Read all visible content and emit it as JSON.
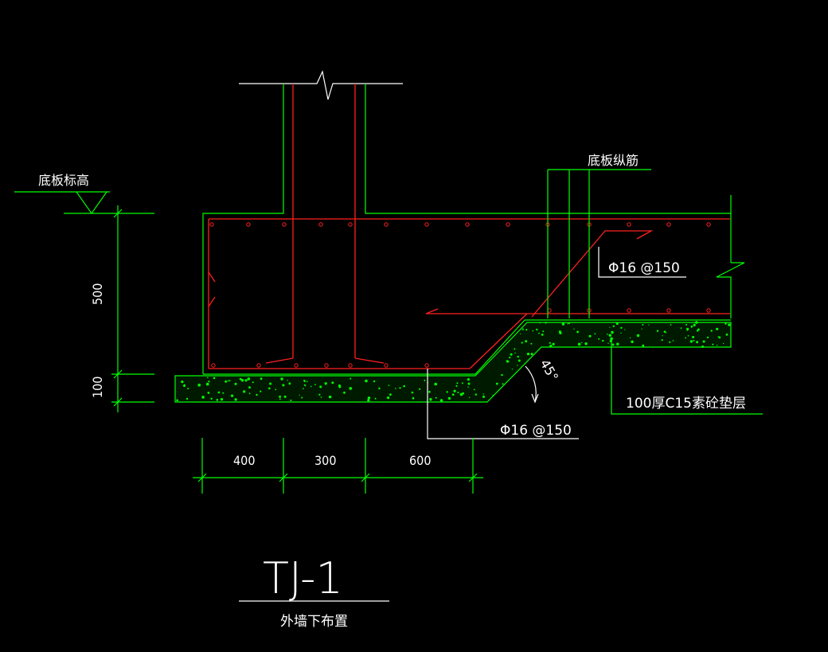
{
  "drawing": {
    "id": "TJ-1",
    "subtitle": "外墙下布置"
  },
  "labels": {
    "slab_elevation": "底板标高",
    "slab_long_bars": "底板纵筋",
    "top_rebar": "Φ16 @150",
    "bottom_rebar": "Φ16 @150",
    "cushion": "100厚C15素砼垫层",
    "angle": "45°"
  },
  "dimensions": {
    "slab_thickness": "500",
    "cushion_thickness": "100",
    "span_1": "400",
    "span_2": "300",
    "span_3": "600"
  },
  "colors": {
    "background": "#000000",
    "outline": "#00ff00",
    "rebar": "#ff2020",
    "text": "#ffffff"
  }
}
